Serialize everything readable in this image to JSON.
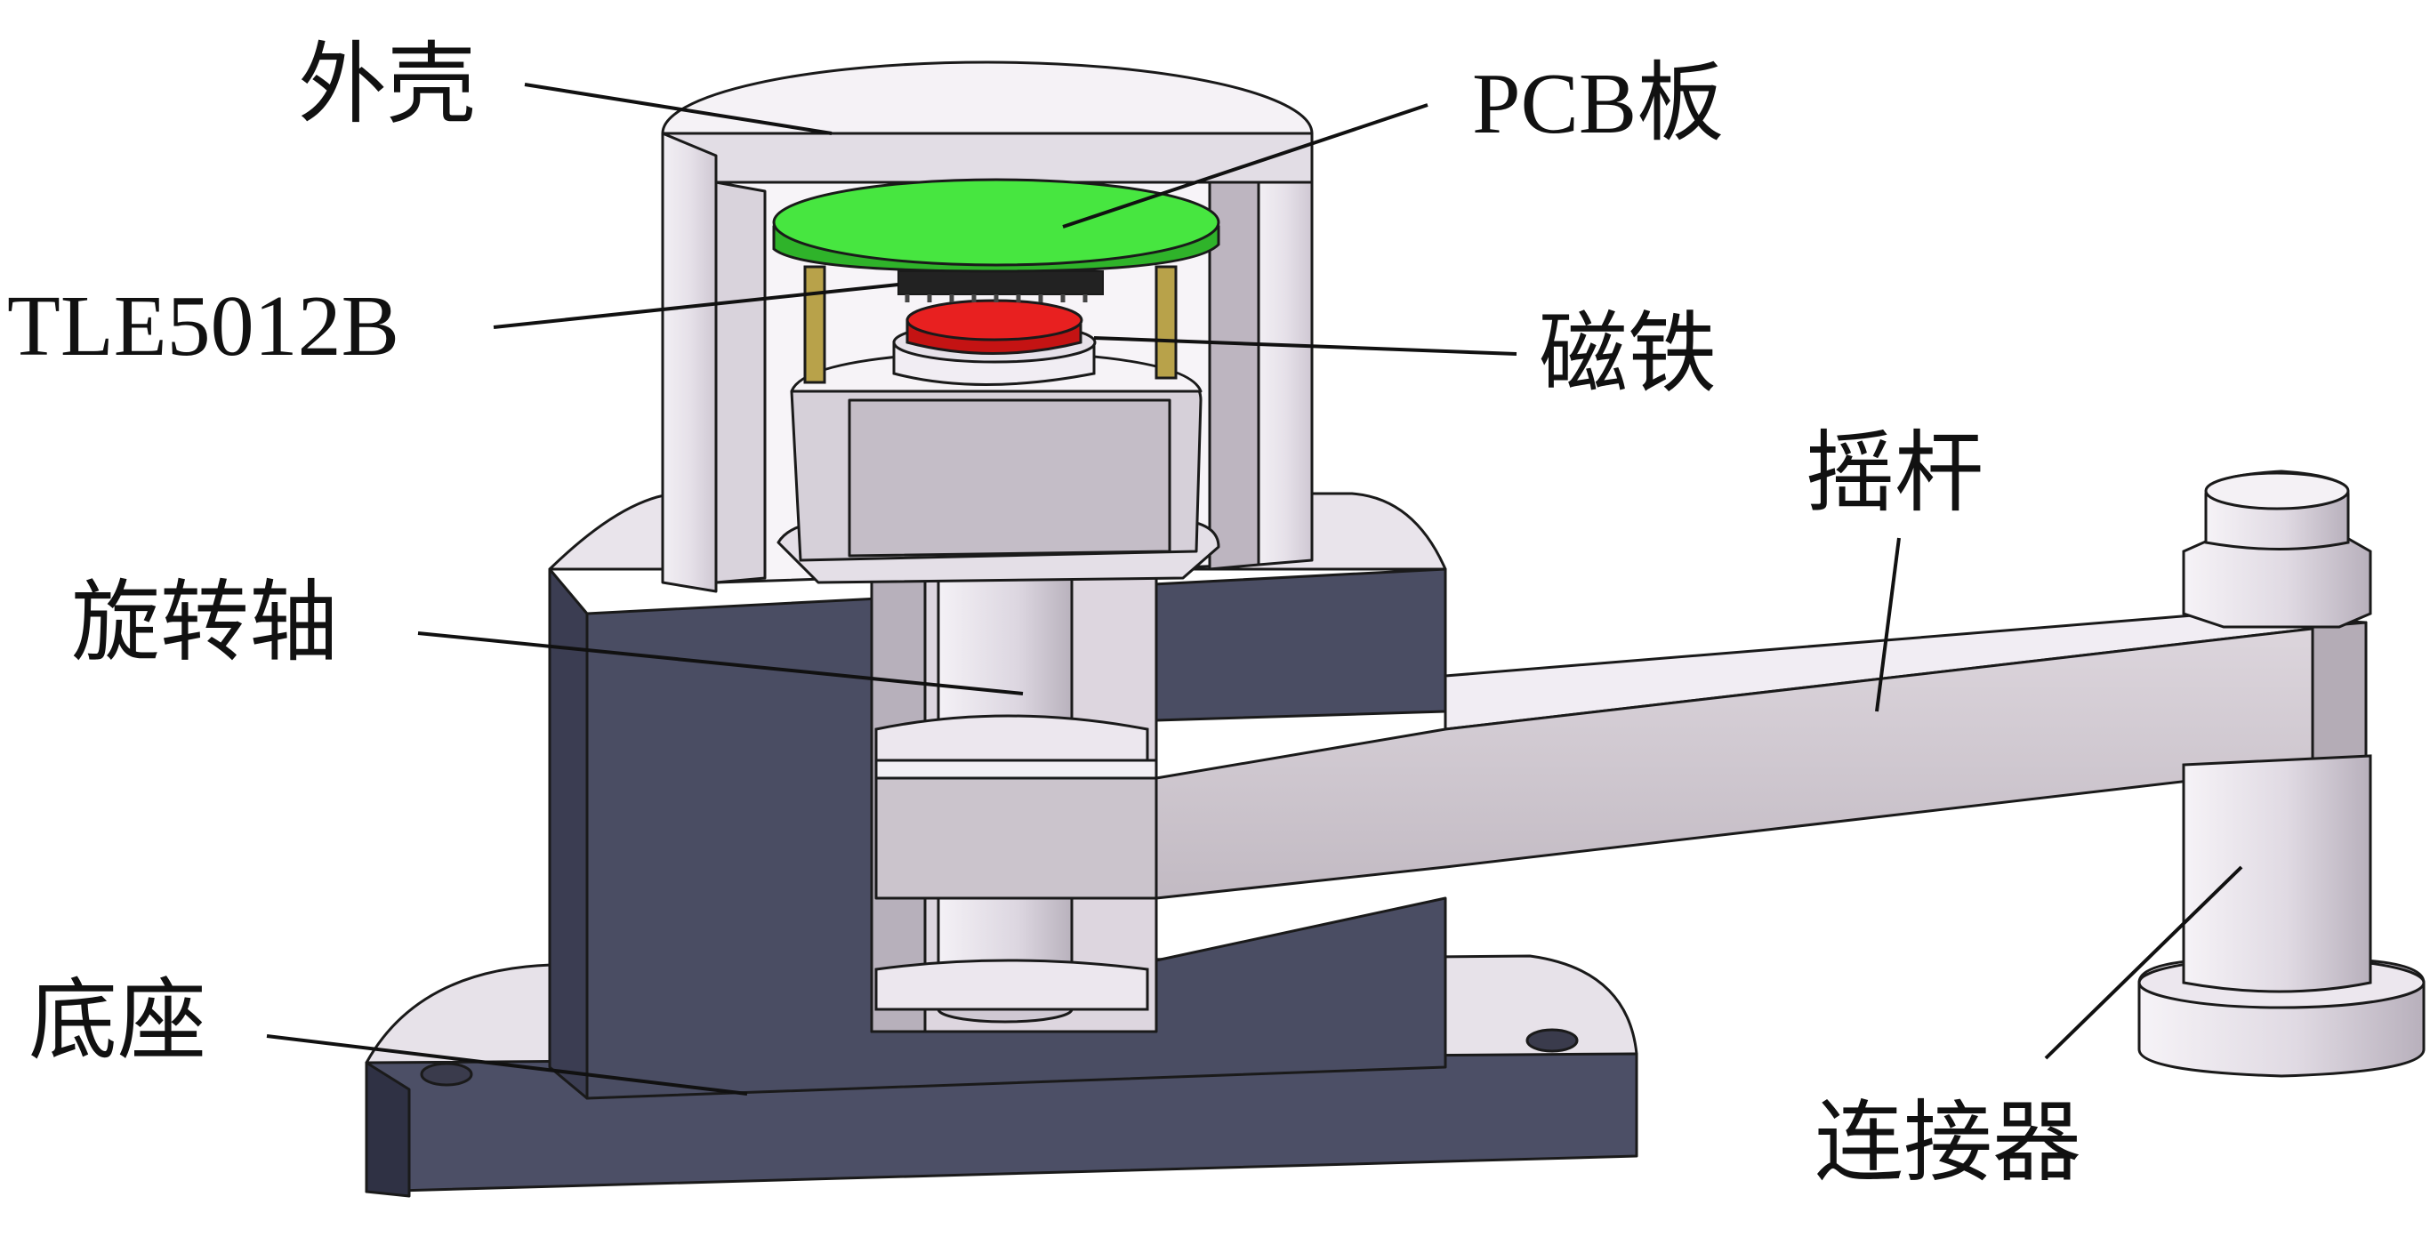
{
  "labels": {
    "shell": "外壳",
    "pcb": "PCB板",
    "sensor": "TLE5012B",
    "magnet": "磁铁",
    "rocker": "摇杆",
    "shaft": "旋转轴",
    "base": "底座",
    "connector": "连接器"
  },
  "colors": {
    "shell": "#e8e4ea",
    "shell_shade": "#c9c3cc",
    "dark_block": "#4a4d63",
    "dark_block_face": "#5a5d75",
    "pcb": "#47e640",
    "magnet": "#e82020",
    "pillar": "#b8a24a",
    "metal": "#d8d2da",
    "rocker": "#cfc8cf",
    "outline": "#1a1a1a"
  }
}
